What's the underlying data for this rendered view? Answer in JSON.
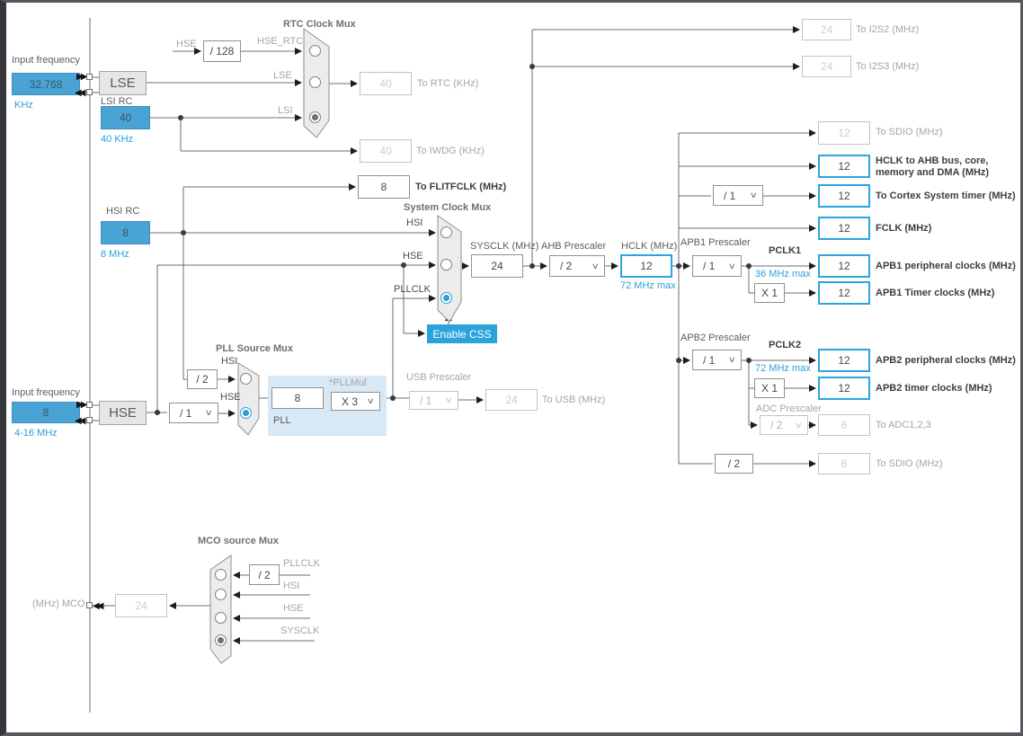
{
  "colors": {
    "accent_blue": "#2b9fd6",
    "source_fill": "#49a4d5",
    "active_border": "#2aa5de",
    "disabled_text": "#bdd2e0"
  },
  "sources": {
    "lse": {
      "input_label": "Input frequency",
      "value": "32.768",
      "unit": "KHz",
      "osc": "LSE"
    },
    "lsi": {
      "label": "LSI RC",
      "value": "40",
      "unit": "40 KHz"
    },
    "hsi": {
      "label": "HSI RC",
      "value": "8",
      "unit": "8 MHz"
    },
    "hse": {
      "input_label": "Input frequency",
      "value": "8",
      "unit": "4-16 MHz",
      "osc": "HSE",
      "prediv": "/ 1"
    }
  },
  "rtc": {
    "mux_title": "RTC Clock Mux",
    "hse_tap": "HSE",
    "hse_div": "/ 128",
    "hse_rtc": "HSE_RTC",
    "lse": "LSE",
    "lsi": "LSI",
    "selected": "LSI",
    "rtc_value": "40",
    "rtc_label": "To RTC (KHz)",
    "iwdg_value": "40",
    "iwdg_label": "To IWDG (KHz)"
  },
  "flitf": {
    "value": "8",
    "label": "To FLITFCLK (MHz)"
  },
  "sysmux": {
    "title": "System Clock Mux",
    "hsi": "HSI",
    "hse": "HSE",
    "pllclk": "PLLCLK",
    "selected": "PLLCLK",
    "css": "Enable CSS",
    "sysclk_label": "SYSCLK (MHz)",
    "sysclk_value": "24"
  },
  "pll": {
    "mux_title": "PLL Source Mux",
    "hsi_div": "/ 2",
    "hsi": "HSI",
    "hse": "HSE",
    "selected": "HSE",
    "input_value": "8",
    "mul_label": "*PLLMul",
    "mul_value": "X 3",
    "block_label": "PLL"
  },
  "usb": {
    "label": "USB Prescaler",
    "div": "/ 1",
    "value": "24",
    "out_label": "To USB (MHz)"
  },
  "ahb": {
    "label": "AHB Prescaler",
    "div": "/ 2"
  },
  "hclk": {
    "label": "HCLK (MHz)",
    "value": "12",
    "max": "72 MHz max"
  },
  "i2s": {
    "i2s2_value": "24",
    "i2s2_label": "To I2S2 (MHz)",
    "i2s3_value": "24",
    "i2s3_label": "To I2S3 (MHz)"
  },
  "hclk_out": {
    "sdio_value": "12",
    "sdio_label": "To SDIO (MHz)",
    "ahb_bus_value": "12",
    "ahb_bus_label1": "HCLK to AHB bus, core,",
    "ahb_bus_label2": "memory and DMA (MHz)",
    "cortex_div": "/ 1",
    "cortex_value": "12",
    "cortex_label": "To Cortex System timer (MHz)",
    "fclk_value": "12",
    "fclk_label": "FCLK (MHz)"
  },
  "apb1": {
    "label": "APB1 Prescaler",
    "div": "/ 1",
    "pclk": "PCLK1",
    "max": "36 MHz max",
    "periph_value": "12",
    "periph_label": "APB1 peripheral clocks (MHz)",
    "mul": "X 1",
    "timer_value": "12",
    "timer_label": "APB1 Timer clocks (MHz)"
  },
  "apb2": {
    "label": "APB2 Prescaler",
    "div": "/ 1",
    "pclk": "PCLK2",
    "max": "72 MHz max",
    "periph_value": "12",
    "periph_label": "APB2 peripheral clocks (MHz)",
    "mul": "X 1",
    "timer_value": "12",
    "timer_label": "APB2 timer clocks (MHz)"
  },
  "adc": {
    "label": "ADC Prescaler",
    "div": "/ 2",
    "value": "6",
    "out_label": "To ADC1,2,3"
  },
  "sdio": {
    "div": "/ 2",
    "value": "6",
    "out_label": "To SDIO (MHz)"
  },
  "mco": {
    "mux_title": "MCO source Mux",
    "pllclk_div": "/ 2",
    "pllclk": "PLLCLK",
    "hsi": "HSI",
    "hse": "HSE",
    "sysclk": "SYSCLK",
    "selected": "SYSCLK",
    "value": "24",
    "label": "(MHz) MCO"
  }
}
